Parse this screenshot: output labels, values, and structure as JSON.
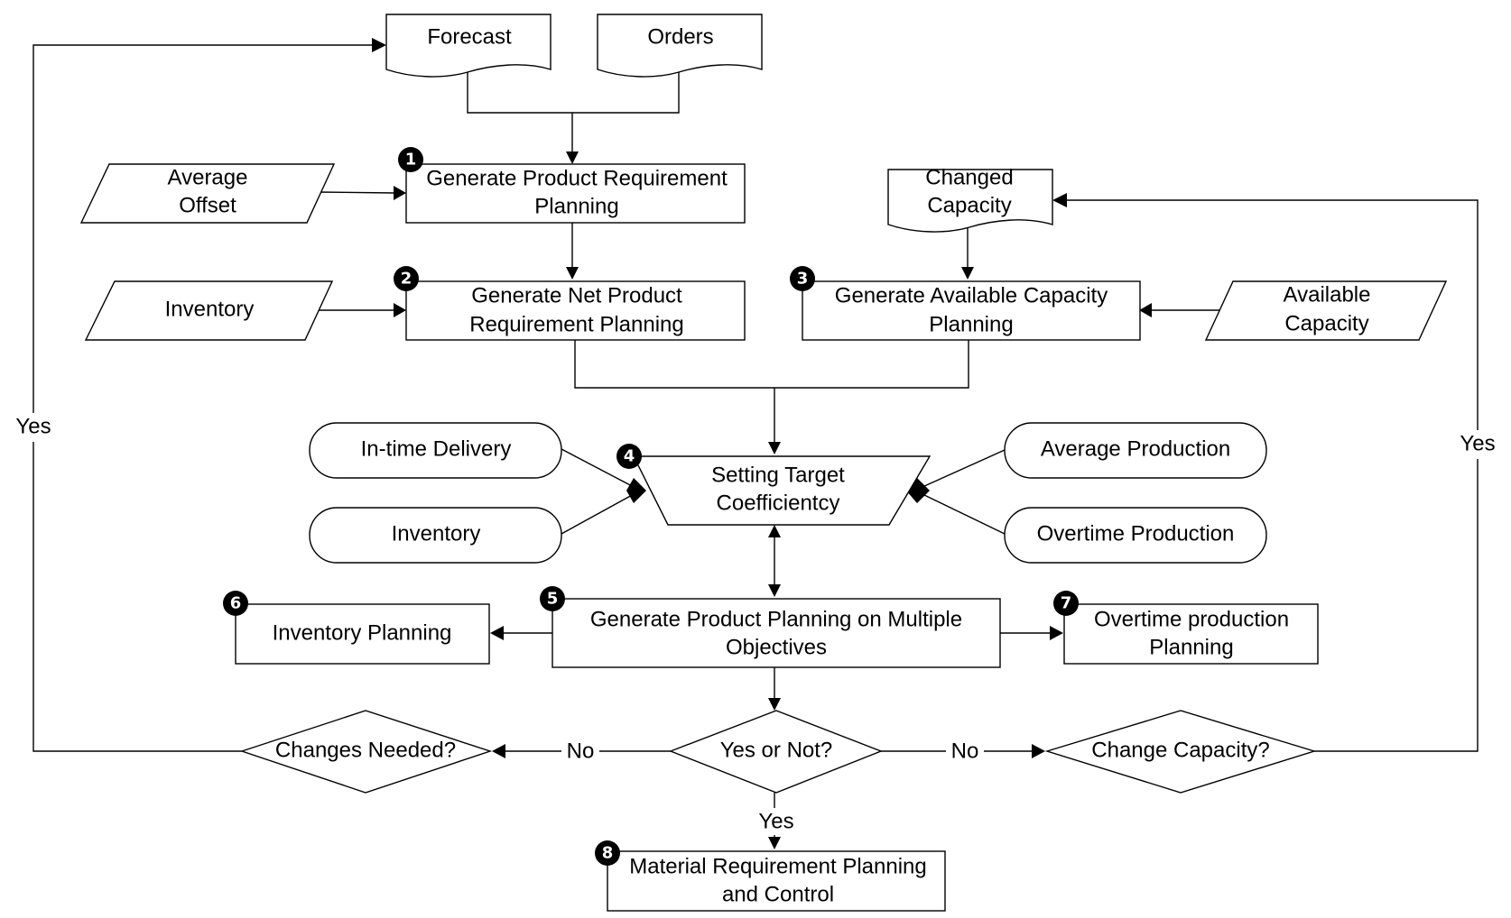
{
  "docs": {
    "forecast": "Forecast",
    "orders": "Orders",
    "changed_capacity": [
      "Changed",
      "Capacity"
    ]
  },
  "inputs": {
    "average_offset": [
      "Average",
      "Offset"
    ],
    "inventory": "Inventory",
    "available_capacity": [
      "Available",
      "Capacity"
    ]
  },
  "steps": {
    "s1": {
      "badge": "1",
      "lines": [
        "Generate Product Requirement",
        "Planning"
      ]
    },
    "s2": {
      "badge": "2",
      "lines": [
        "Generate Net Product",
        "Requirement Planning"
      ]
    },
    "s3": {
      "badge": "3",
      "lines": [
        "Generate Available Capacity",
        "Planning"
      ]
    },
    "s4": {
      "badge": "4",
      "lines": [
        "Setting Target",
        "Coefficientcy"
      ]
    },
    "s5": {
      "badge": "5",
      "lines": [
        "Generate Product Planning on Multiple",
        "Objectives"
      ]
    },
    "s6": {
      "badge": "6",
      "lines": [
        "Inventory Planning"
      ]
    },
    "s7": {
      "badge": "7",
      "lines": [
        "Overtime production",
        "Planning"
      ]
    },
    "s8": {
      "badge": "8",
      "lines": [
        "Material Requirement Planning",
        "and Control"
      ]
    }
  },
  "objectives": {
    "intime_delivery": "In-time Delivery",
    "inventory": "Inventory",
    "average_production": "Average Production",
    "overtime_production": "Overtime Production"
  },
  "decisions": {
    "yes_or_not": "Yes or Not?",
    "changes_needed": "Changes Needed?",
    "change_capacity": "Change Capacity?"
  },
  "edge_labels": {
    "no_left": "No",
    "no_right": "No",
    "yes_down": "Yes",
    "yes_left": "Yes",
    "yes_right": "Yes"
  }
}
